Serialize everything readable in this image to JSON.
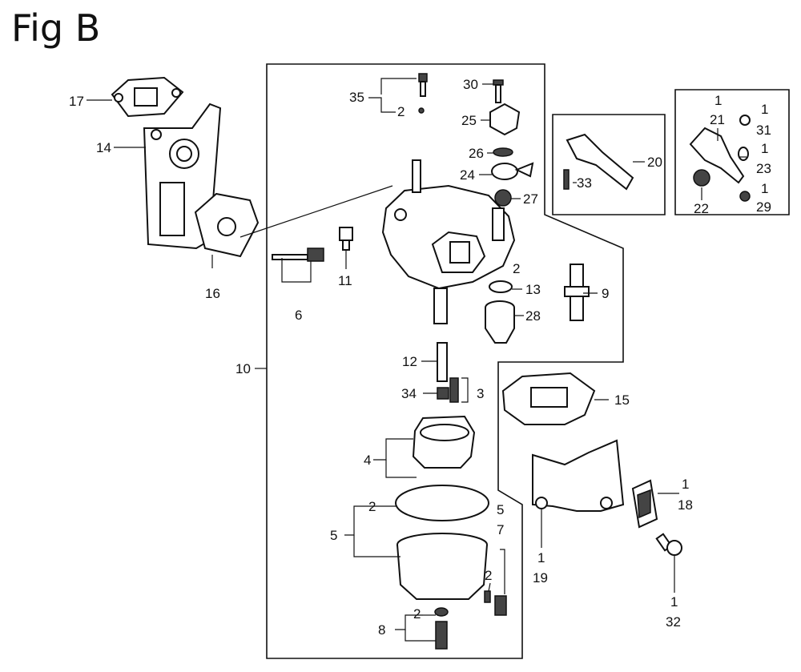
{
  "figure": {
    "title": "Fig B"
  },
  "labels": [
    {
      "id": "l17",
      "text": "17"
    },
    {
      "id": "l14",
      "text": "14"
    },
    {
      "id": "l16",
      "text": "16"
    },
    {
      "id": "l35",
      "text": "35"
    },
    {
      "id": "l2a",
      "text": "2"
    },
    {
      "id": "l30",
      "text": "30"
    },
    {
      "id": "l25",
      "text": "25"
    },
    {
      "id": "l26",
      "text": "26"
    },
    {
      "id": "l24",
      "text": "24"
    },
    {
      "id": "l27",
      "text": "27"
    },
    {
      "id": "l11",
      "text": "11"
    },
    {
      "id": "l6",
      "text": "6"
    },
    {
      "id": "l2b",
      "text": "2"
    },
    {
      "id": "l13",
      "text": "13"
    },
    {
      "id": "l28",
      "text": "28"
    },
    {
      "id": "l9",
      "text": "9"
    },
    {
      "id": "l10",
      "text": "10"
    },
    {
      "id": "l12",
      "text": "12"
    },
    {
      "id": "l34",
      "text": "34"
    },
    {
      "id": "l3",
      "text": "3"
    },
    {
      "id": "l15",
      "text": "15"
    },
    {
      "id": "l4",
      "text": "4"
    },
    {
      "id": "l2c",
      "text": "2"
    },
    {
      "id": "l5a",
      "text": "5"
    },
    {
      "id": "l5b",
      "text": "5"
    },
    {
      "id": "l7",
      "text": "7"
    },
    {
      "id": "l2d",
      "text": "2"
    },
    {
      "id": "l2e",
      "text": "2"
    },
    {
      "id": "l8",
      "text": "8"
    },
    {
      "id": "l19a",
      "text": "1"
    },
    {
      "id": "l19b",
      "text": "19"
    },
    {
      "id": "l18a",
      "text": "1"
    },
    {
      "id": "l18b",
      "text": "18"
    },
    {
      "id": "l32a",
      "text": "1"
    },
    {
      "id": "l32b",
      "text": "32"
    },
    {
      "id": "l20",
      "text": "20"
    },
    {
      "id": "l33",
      "text": "33"
    },
    {
      "id": "l1a",
      "text": "1"
    },
    {
      "id": "l21",
      "text": "21"
    },
    {
      "id": "l31a",
      "text": "1"
    },
    {
      "id": "l31b",
      "text": "31"
    },
    {
      "id": "l23a",
      "text": "1"
    },
    {
      "id": "l23b",
      "text": "23"
    },
    {
      "id": "l29a",
      "text": "1"
    },
    {
      "id": "l29b",
      "text": "29"
    },
    {
      "id": "l22",
      "text": "22"
    }
  ]
}
